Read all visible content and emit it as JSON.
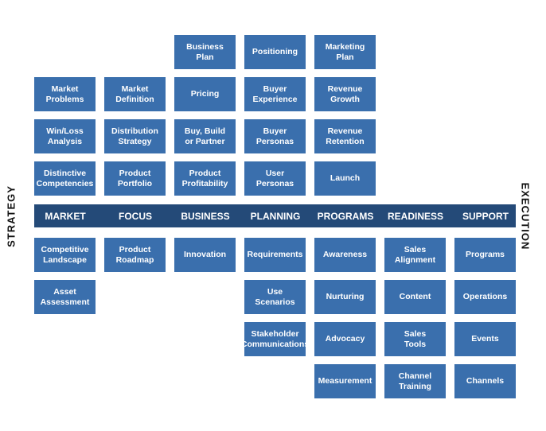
{
  "side_labels": {
    "left": "STRATEGY",
    "right": "EXECUTION"
  },
  "columns": [
    {
      "header": "MARKET",
      "above": [
        "Market\nProblems",
        "Win/Loss\nAnalysis",
        "Distinctive\nCompetencies"
      ],
      "below": [
        "Competitive\nLandscape",
        "Asset\nAssessment"
      ]
    },
    {
      "header": "FOCUS",
      "above": [
        "Market\nDefinition",
        "Distribution\nStrategy",
        "Product\nPortfolio"
      ],
      "below": [
        "Product\nRoadmap"
      ]
    },
    {
      "header": "BUSINESS",
      "above": [
        "Business\nPlan",
        "Pricing",
        "Buy, Build\nor Partner",
        "Product\nProfitability"
      ],
      "below": [
        "Innovation"
      ]
    },
    {
      "header": "PLANNING",
      "above": [
        "Positioning",
        "Buyer\nExperience",
        "Buyer\nPersonas",
        "User\nPersonas"
      ],
      "below": [
        "Requirements",
        "Use\nScenarios",
        "Stakeholder\nCommunications"
      ]
    },
    {
      "header": "PROGRAMS",
      "above": [
        "Marketing\nPlan",
        "Revenue\nGrowth",
        "Revenue\nRetention",
        "Launch"
      ],
      "below": [
        "Awareness",
        "Nurturing",
        "Advocacy",
        "Measurement"
      ]
    },
    {
      "header": "READINESS",
      "above": [],
      "below": [
        "Sales\nAlignment",
        "Content",
        "Sales\nTools",
        "Channel\nTraining"
      ]
    },
    {
      "header": "SUPPORT",
      "above": [],
      "below": [
        "Programs",
        "Operations",
        "Events",
        "Channels"
      ]
    }
  ],
  "colors": {
    "box": "#3a6fad",
    "band": "#244a78",
    "text": "#ffffff"
  }
}
